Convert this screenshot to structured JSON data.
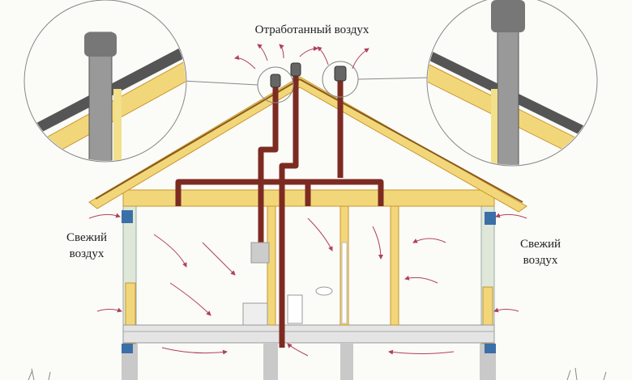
{
  "labels": {
    "exhaust_air": "Отработанный воздух",
    "fresh_air_left_1": "Свежий",
    "fresh_air_left_2": "воздух",
    "fresh_air_right_1": "Свежий",
    "fresh_air_right_2": "воздух"
  },
  "colors": {
    "duct": "#7d2b22",
    "timber": "#f2d77a",
    "timber_edge": "#c9962e",
    "arrow": "#b0415a",
    "wall": "#dfe8d8"
  }
}
